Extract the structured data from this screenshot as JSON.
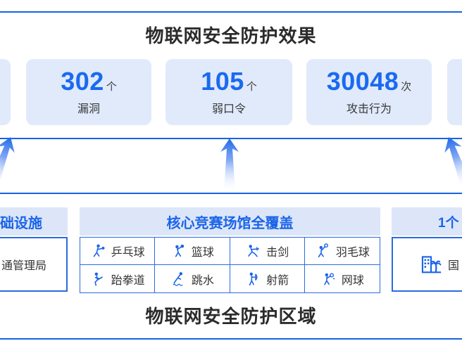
{
  "colors": {
    "accent_line_blue": "#1464e4",
    "stat_number_blue": "#1a6af0",
    "stat_card_bg": "#e0eafb",
    "panel_header_bg": "#dce6f8",
    "panel_border_blue": "#2b6be0",
    "icon_blue": "#1b64e8",
    "title_text": "#2b2b2b",
    "body_text": "#383838"
  },
  "top": {
    "title": "物联网安全防护效果"
  },
  "stats": [
    {
      "value": "302",
      "unit": "个",
      "label": "漏洞"
    },
    {
      "value": "105",
      "unit": "个",
      "label": "弱口令"
    },
    {
      "value": "30048",
      "unit": "次",
      "label": "攻击行为"
    }
  ],
  "arrows": {
    "count": 3,
    "direction": "up",
    "style": "blue gradient fading tail"
  },
  "panels": {
    "infrastructure": {
      "header": "础设施",
      "item": "通管理局"
    },
    "venues": {
      "header": "核心竞赛场馆全覆盖",
      "sports": [
        {
          "icon": "table-tennis-icon",
          "label": "乒乓球"
        },
        {
          "icon": "basketball-icon",
          "label": "篮球"
        },
        {
          "icon": "fencing-icon",
          "label": "击剑"
        },
        {
          "icon": "badminton-icon",
          "label": "羽毛球"
        },
        {
          "icon": "taekwondo-icon",
          "label": "跆拳道"
        },
        {
          "icon": "diving-icon",
          "label": "跳水"
        },
        {
          "icon": "archery-icon",
          "label": "射箭"
        },
        {
          "icon": "tennis-icon",
          "label": "网球"
        }
      ]
    },
    "right": {
      "header": "1个",
      "icon": "building-icon",
      "item": "国"
    }
  },
  "bottom": {
    "title": "物联网安全防护区域"
  }
}
